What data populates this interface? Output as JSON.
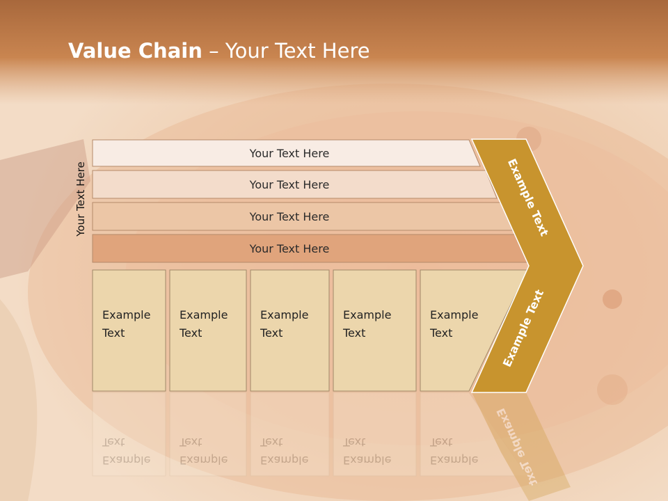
{
  "slide": {
    "title_bold": "Value Chain",
    "title_rest": " – Your Text Here",
    "side_label": "Your Text Here"
  },
  "rows": [
    {
      "label": "Your Text Here",
      "color": "#f8ece4"
    },
    {
      "label": "Your Text Here",
      "color": "#f3dccb"
    },
    {
      "label": "Your Text Here",
      "color": "#ecc6a6"
    },
    {
      "label": "Your Text Here",
      "color": "#e0a47c"
    }
  ],
  "boxes": [
    {
      "line1": "Example",
      "line2": "Text"
    },
    {
      "line1": "Example",
      "line2": "Text"
    },
    {
      "line1": "Example",
      "line2": "Text"
    },
    {
      "line1": "Example",
      "line2": "Text"
    },
    {
      "line1": "Example",
      "line2": "Text"
    }
  ],
  "arrow": {
    "upper_label": "Example Text",
    "lower_label": "Example Text",
    "color": "#c8942e"
  },
  "colors": {
    "header": "#c87a48",
    "box_fill": "#ecd6ac",
    "background": "#f2d9c0"
  }
}
